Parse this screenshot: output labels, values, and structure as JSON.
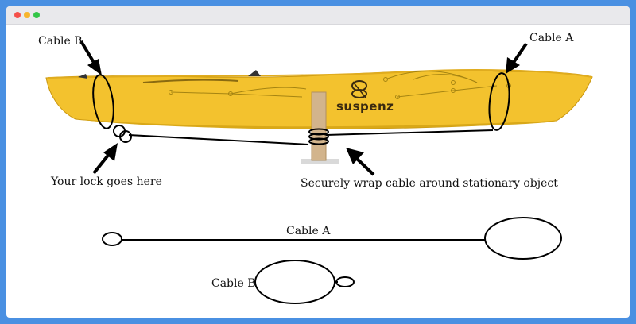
{
  "window": {
    "frame_color": "#4a90e2",
    "background": "#ffffff"
  },
  "diagram": {
    "labels": {
      "cable_b_top": "Cable B",
      "cable_a_top": "Cable A",
      "lock": "Your lock goes here",
      "wrap": "Securely wrap cable around stationary object",
      "cable_a_legend": "Cable A",
      "cable_b_legend": "Cable B"
    },
    "brand": "suspenz",
    "colors": {
      "kayak": "#f3c22e",
      "kayak_shadow": "#d9a818",
      "post": "#d2b48c",
      "cable": "#000000"
    }
  }
}
